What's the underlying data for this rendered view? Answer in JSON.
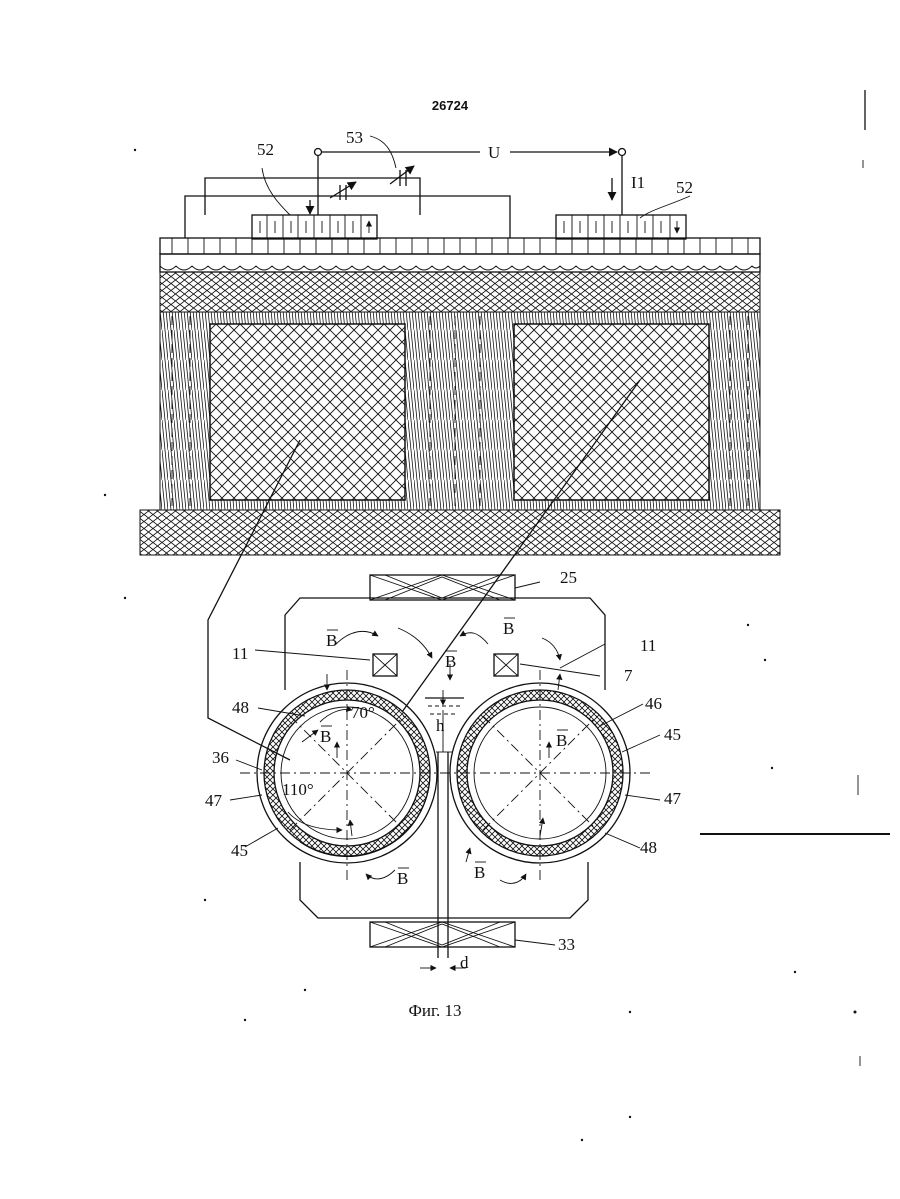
{
  "header": {
    "doc_number": "26724"
  },
  "caption": "Фиг. 13",
  "labels": {
    "l52a": "52",
    "l53": "53",
    "lU": "U",
    "lI1": "I1",
    "l52b": "52",
    "l25": "25",
    "l11a": "11",
    "l11b": "11",
    "l7": "7",
    "l48a": "48",
    "l46": "46",
    "l36": "36",
    "l45a": "45",
    "l47a": "47",
    "l47b": "47",
    "l45b": "45",
    "l48b": "48",
    "l33": "33",
    "ld": "d",
    "lh": "h",
    "a70": "70°",
    "a110": "110°",
    "B1": "B",
    "B2": "B",
    "B3": "B",
    "B4": "B",
    "B5": "B",
    "B6": "B",
    "B7": "B"
  },
  "colors": {
    "ink": "#111111",
    "paper": "#ffffff"
  }
}
